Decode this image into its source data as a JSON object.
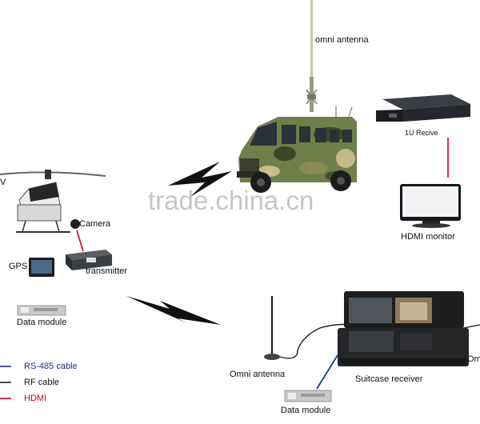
{
  "labels": {
    "omni_antenna_top": "omni antenna",
    "receiver_1u": "1U Recive",
    "hdmi_monitor": "HDMI monitor",
    "camera": "Camera",
    "gps": "GPS",
    "transmitter": "transmitter",
    "data_module_left": "Data module",
    "omni_antenna_bottom": "Omni antenna",
    "suitcase_receiver": "Suitcase receiver",
    "data_module_bottom": "Data module",
    "edge_left_v": "V",
    "edge_right_om": "Om"
  },
  "legend": [
    {
      "label": "RS-485 cable",
      "color": "#1f2d86"
    },
    {
      "label": "RF cable",
      "color": "#222222"
    },
    {
      "label": "HDMI",
      "color": "#d0021b"
    }
  ],
  "watermark": "trade.china.cn",
  "colors": {
    "hdmi_line": "#d0021b",
    "rs485_line": "#1f3a93",
    "rf_line": "#222222",
    "lightning": "#111111"
  }
}
